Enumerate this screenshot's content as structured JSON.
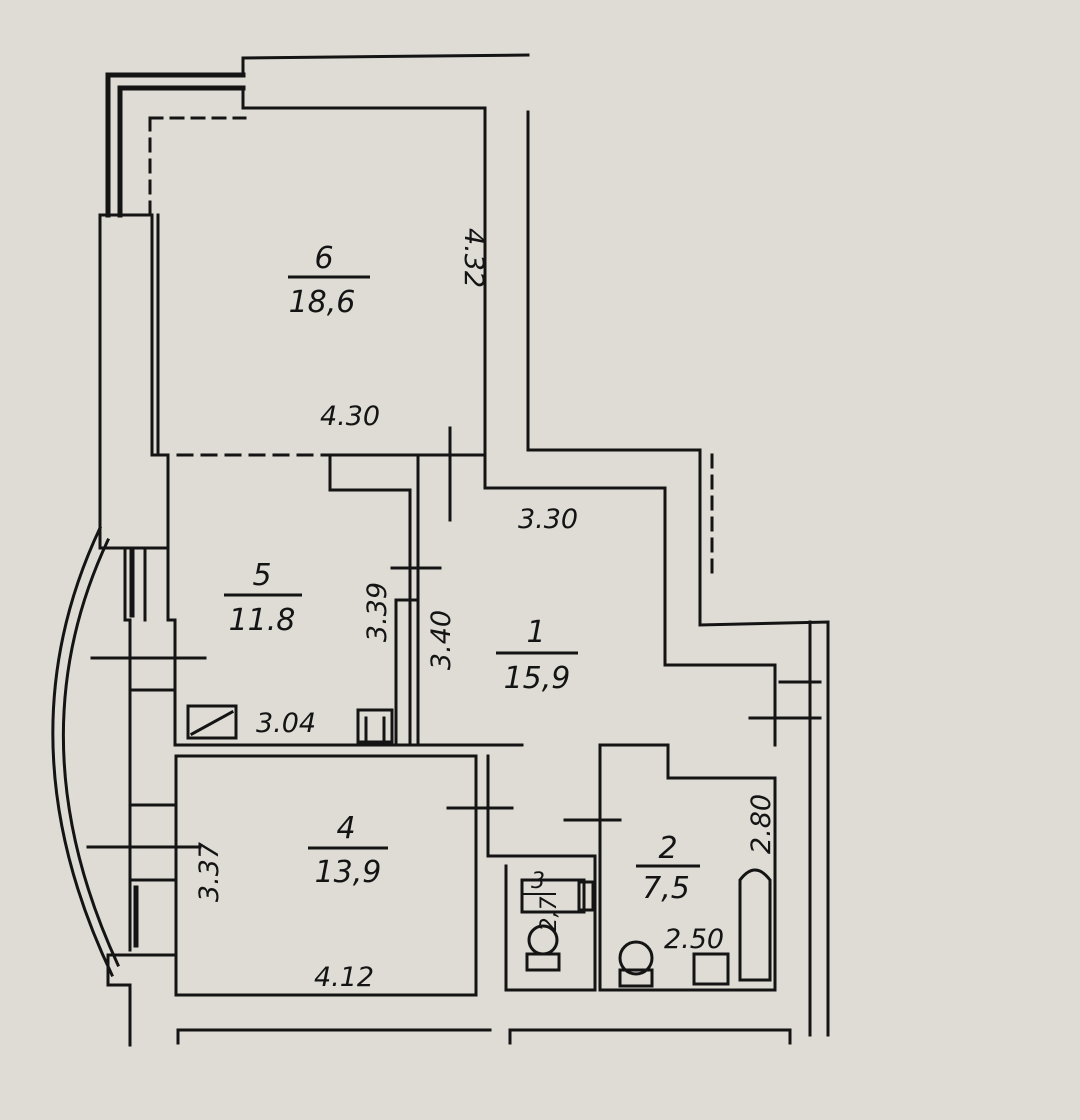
{
  "rooms": [
    {
      "id": "room-6",
      "number": "6",
      "area": "18,6"
    },
    {
      "id": "room-5",
      "number": "5",
      "area": "11.8"
    },
    {
      "id": "room-1",
      "number": "1",
      "area": "15,9"
    },
    {
      "id": "room-4",
      "number": "4",
      "area": "13,9"
    },
    {
      "id": "room-2",
      "number": "2",
      "area": "7,5"
    },
    {
      "id": "room-3",
      "number": "3",
      "area": "2,7"
    }
  ],
  "dimensions": {
    "room6_height": "4.32",
    "room6_width": "4.30",
    "room5_height": "3.39",
    "room5_width": "3.04",
    "room1_height": "3.40",
    "room1_width": "3.30",
    "room4_height": "3.37",
    "room4_width": "4.12",
    "room2_height": "2.80",
    "room2_width": "2.50"
  },
  "colors": {
    "paper": "#dedcd5",
    "ink": "#141414"
  }
}
